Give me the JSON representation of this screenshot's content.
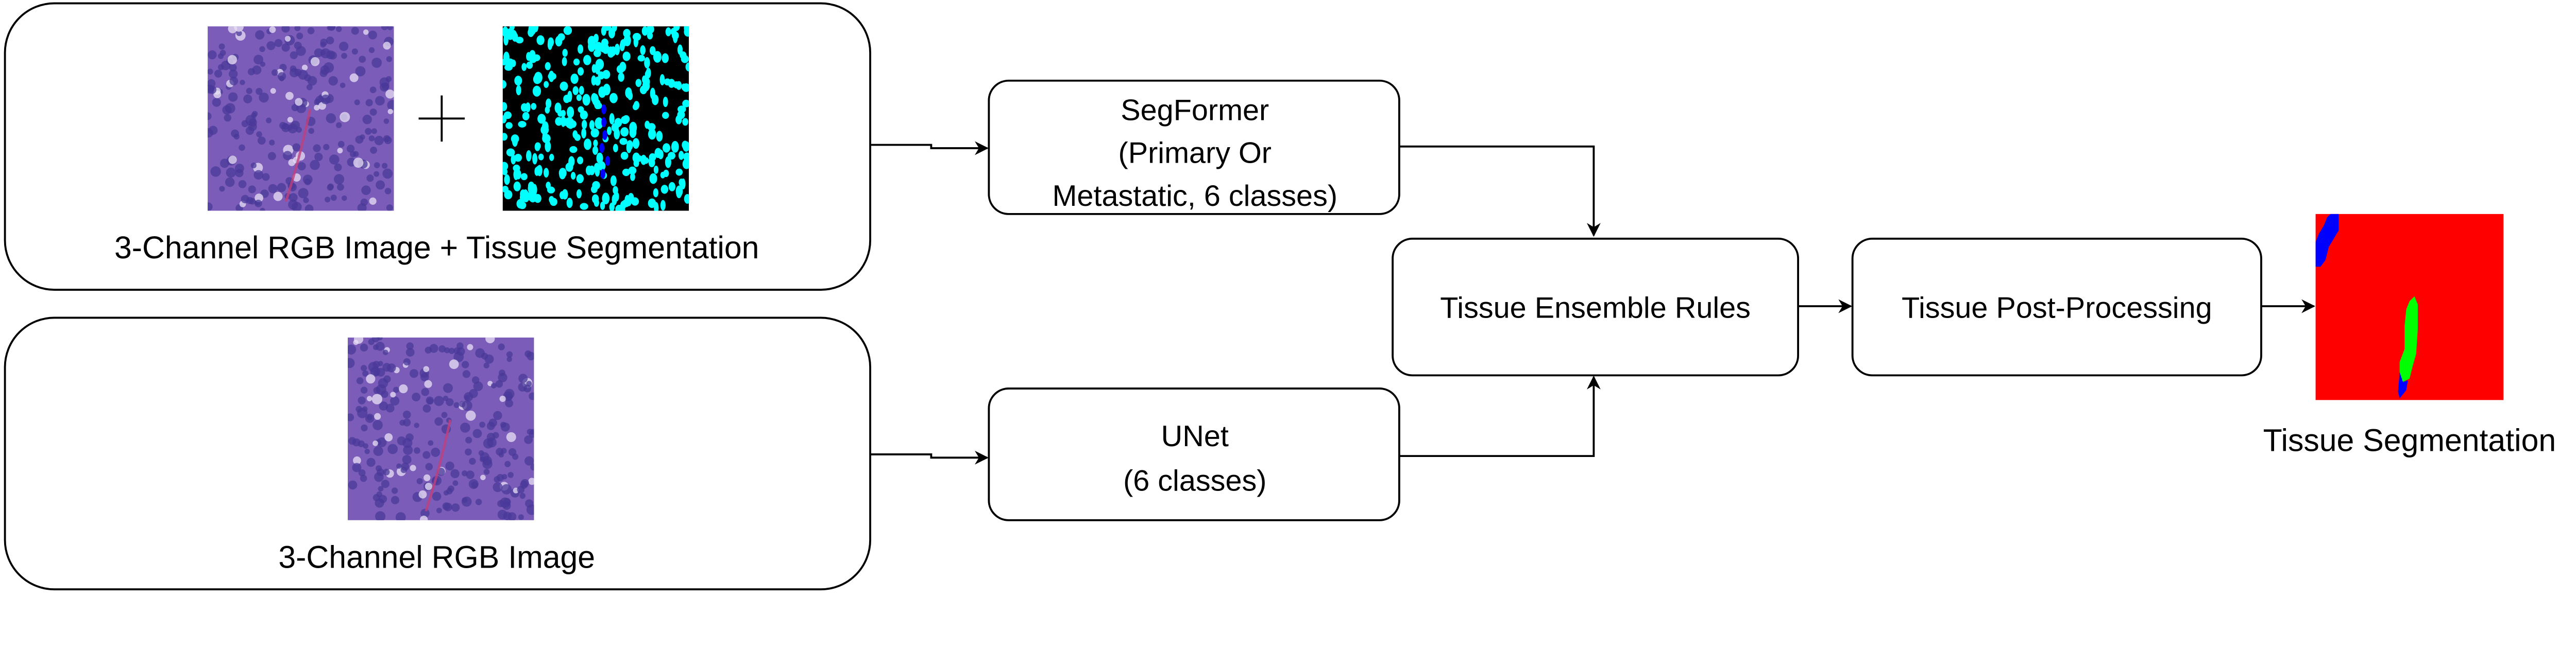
{
  "inputs": {
    "top": {
      "label": "3-Channel RGB Image + Tissue Segmentation",
      "operator": "+"
    },
    "bottom": {
      "label": "3-Channel RGB Image"
    }
  },
  "models": {
    "segformer": {
      "lines": [
        "SegFormer",
        "(Primary Or",
        "Metastatic, 6 classes)"
      ]
    },
    "unet": {
      "lines": [
        "UNet",
        "(6 classes)"
      ]
    }
  },
  "steps": {
    "ensemble": {
      "label": "Tissue Ensemble Rules"
    },
    "postprocessing": {
      "label": "Tissue Post-Processing"
    }
  },
  "output": {
    "label": "Tissue Segmentation"
  },
  "colors": {
    "he_stain": "#7b5cb8",
    "nuclei_mask": "#00ffff",
    "mask_background": "#000000",
    "tissue_red": "#ff0000",
    "tissue_green": "#00ff00",
    "tissue_blue": "#0000ff"
  }
}
